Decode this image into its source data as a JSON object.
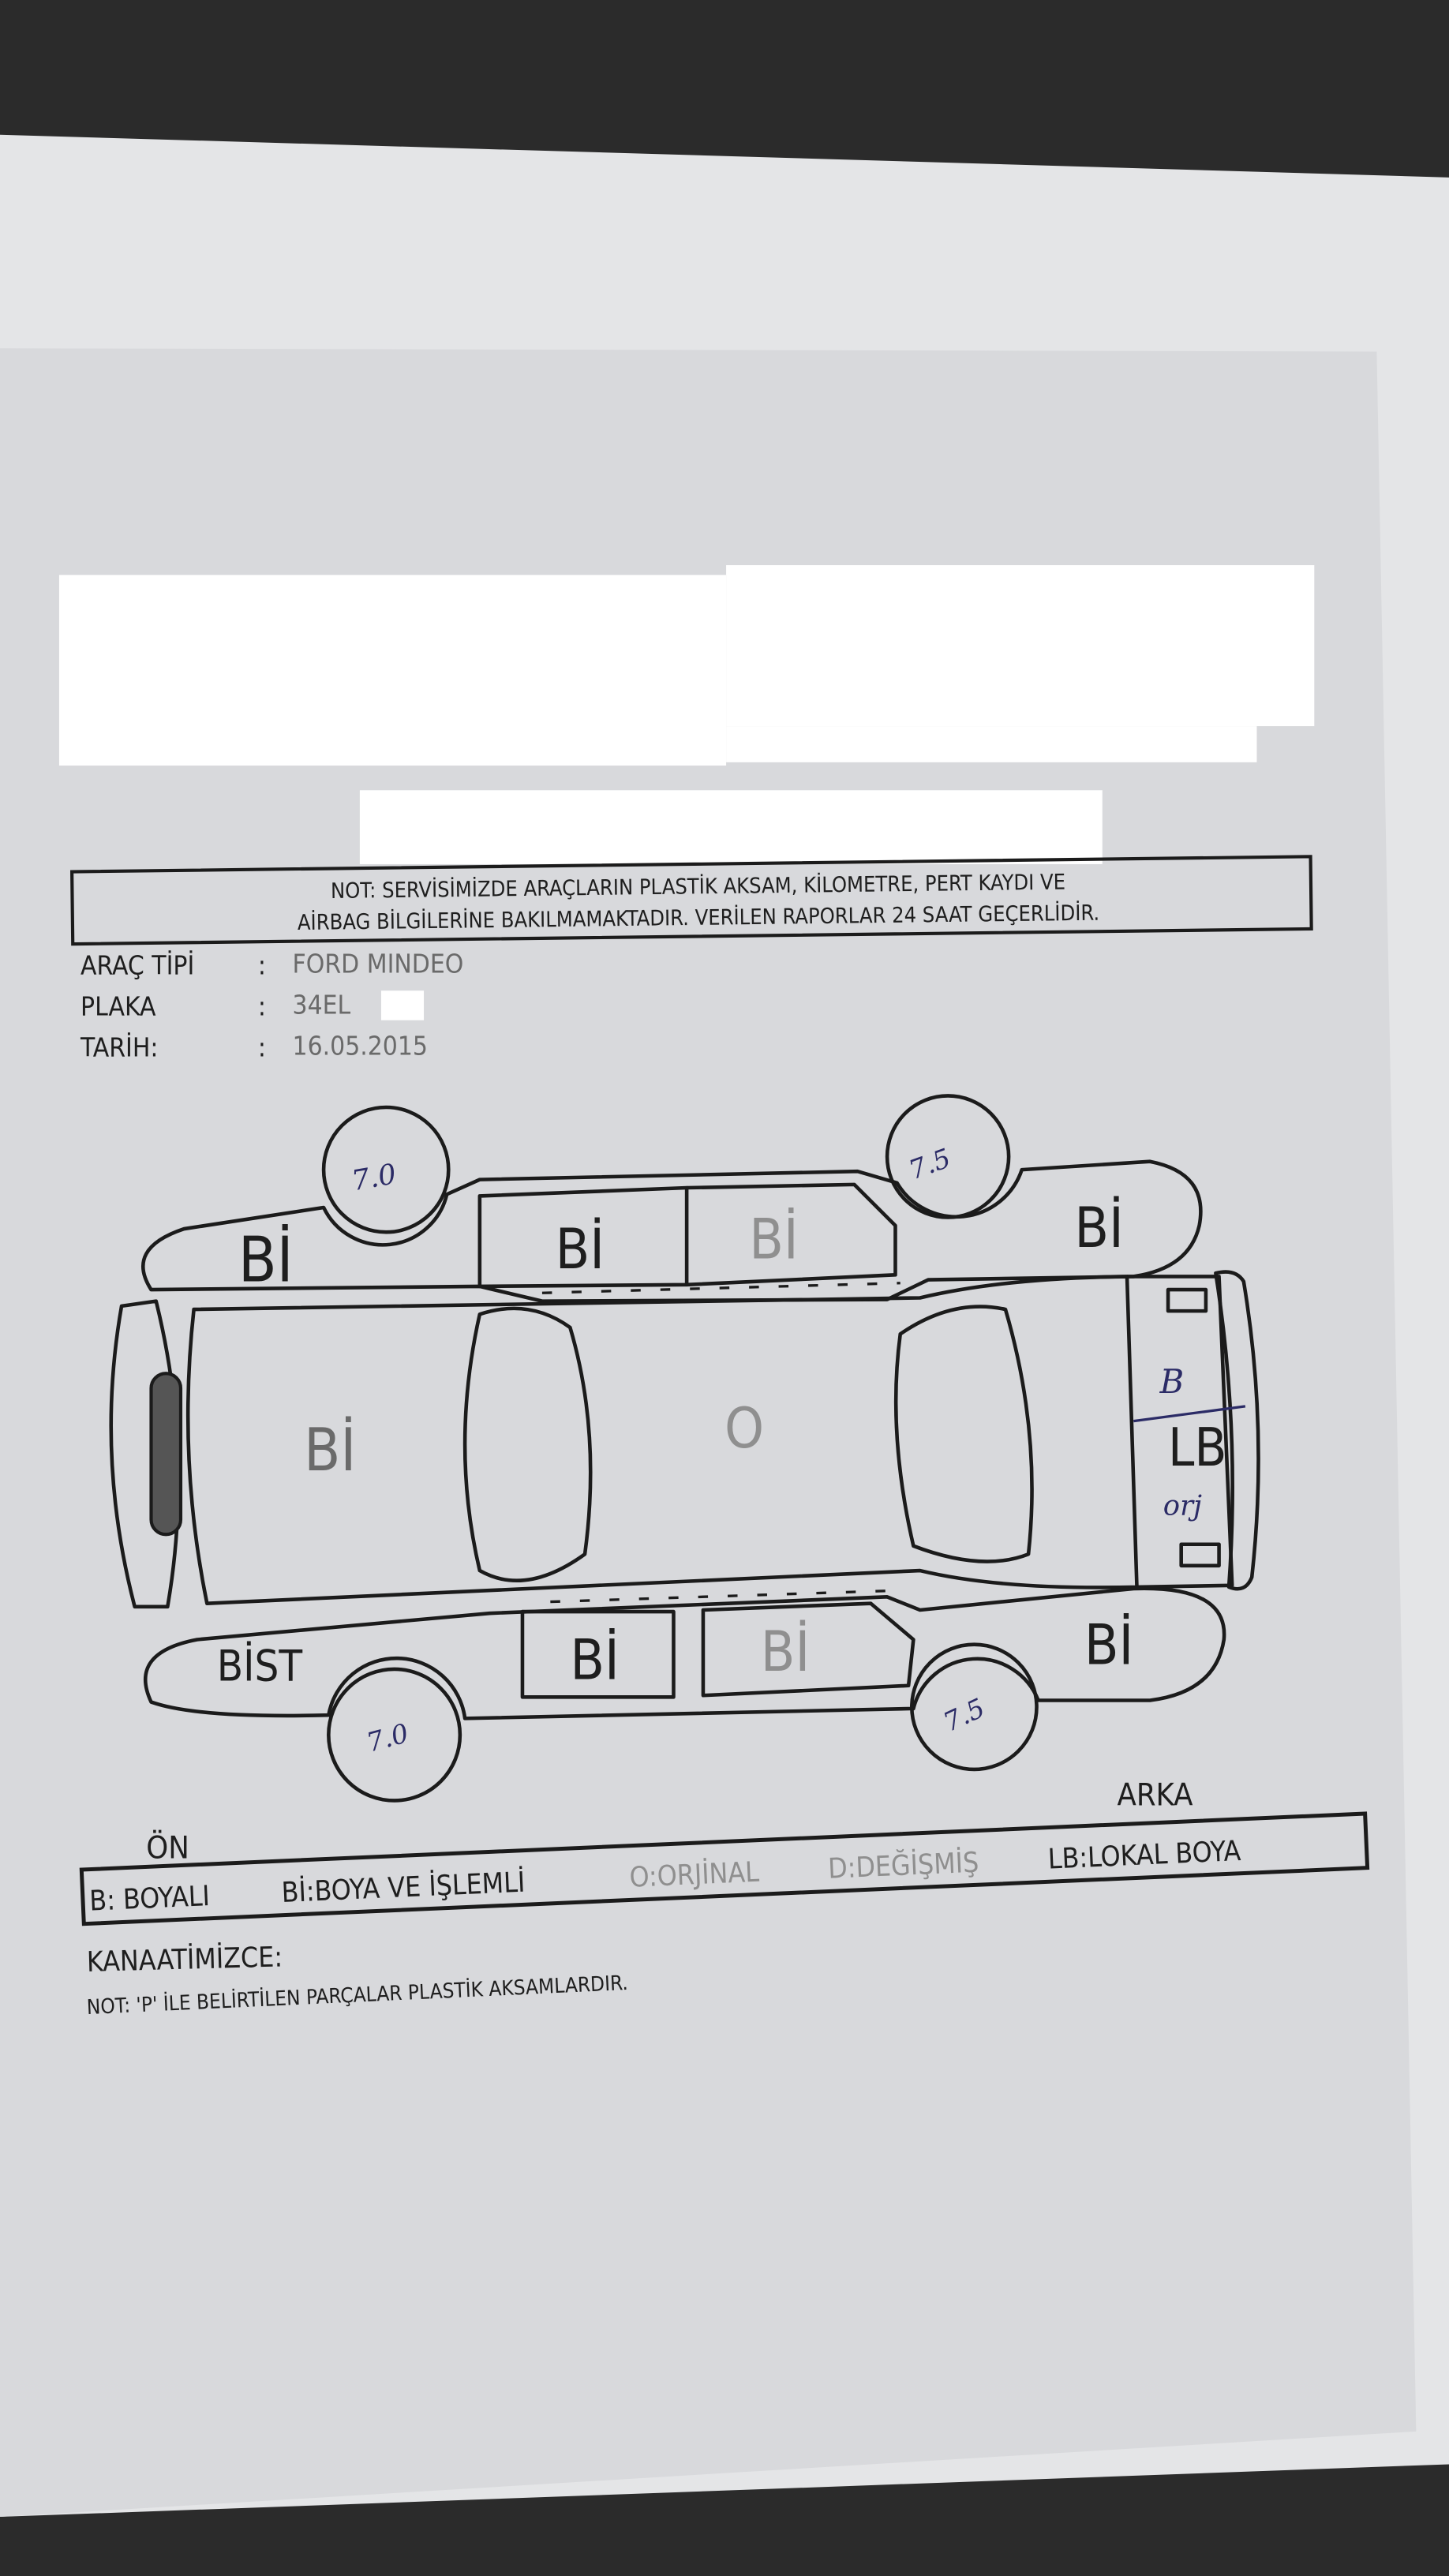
{
  "note_box": {
    "line1": "NOT: SERVİSİMİZDE ARAÇLARIN PLASTİK AKSAM, KİLOMETRE, PERT  KAYDI VE",
    "line2": "AİRBAG BİLGİLERİNE BAKILMAMAKTADIR. VERİLEN RAPORLAR 24 SAAT GEÇERLİDİR."
  },
  "vehicle": {
    "type_label": "ARAÇ TİPİ",
    "type_value": "FORD MINDEO",
    "plate_label": "PLAKA",
    "plate_value": "34EL",
    "date_label": "TARİH:",
    "date_value": "16.05.2015",
    "separator": ":"
  },
  "diagram": {
    "left_front_fender": "Bİ",
    "left_front_door": "Bİ",
    "left_rear_door": "Bİ",
    "left_rear_fender": "Bİ",
    "hood": "Bİ",
    "roof": "O",
    "trunk_handwritten": "B",
    "trunk": "LB",
    "trunk_note_handwritten": "orj",
    "right_front_fender": "BİST",
    "right_front_door": "Bİ",
    "right_rear_door": "Bİ",
    "right_rear_fender": "Bİ",
    "wheel_front_left": "7.0",
    "wheel_rear_left": "7.5",
    "wheel_front_right": "7.0",
    "wheel_rear_right": "7.5",
    "front_label": "ÖN",
    "rear_label": "ARKA"
  },
  "legend": [
    {
      "text": "B: BOYALI"
    },
    {
      "text": "Bİ:BOYA VE İŞLEMLİ"
    },
    {
      "text": "O:ORJİNAL"
    },
    {
      "text": "D:DEĞİŞMİŞ"
    },
    {
      "text": "LB:LOKAL BOYA"
    }
  ],
  "footer": {
    "opinion_label": "KANAATİMİZCE:",
    "plastic_note": "NOT: 'P' İLE BELİRTİLEN PARÇALAR PLASTİK AKSAMLARDIR."
  },
  "colors": {
    "paper": "#d9dadd",
    "ink": "#1e1e1e",
    "handwriting": "#2b2b66"
  }
}
